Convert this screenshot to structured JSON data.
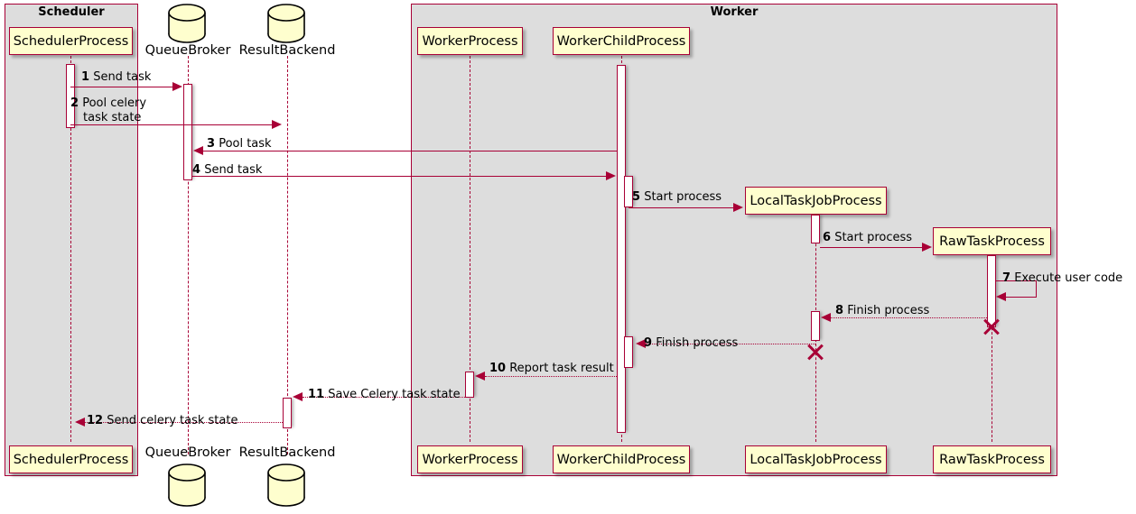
{
  "diagram": {
    "type": "sequence-diagram",
    "colors": {
      "line": "#A80036",
      "participant_fill": "#FEFECE",
      "group_fill": "#DDDDDD",
      "background": "#FFFFFF"
    },
    "groups": [
      {
        "id": "scheduler",
        "title": "Scheduler"
      },
      {
        "id": "worker",
        "title": "Worker"
      }
    ],
    "participants": [
      {
        "id": "scheduler_process",
        "name": "SchedulerProcess",
        "shape": "box",
        "group": "scheduler"
      },
      {
        "id": "queue_broker",
        "name": "QueueBroker",
        "shape": "database",
        "group": null
      },
      {
        "id": "result_backend",
        "name": "ResultBackend",
        "shape": "database",
        "group": null
      },
      {
        "id": "worker_process",
        "name": "WorkerProcess",
        "shape": "box",
        "group": "worker"
      },
      {
        "id": "worker_child_process",
        "name": "WorkerChildProcess",
        "shape": "box",
        "group": "worker"
      },
      {
        "id": "local_task_job",
        "name": "LocalTaskJobProcess",
        "shape": "box",
        "group": "worker"
      },
      {
        "id": "raw_task_process",
        "name": "RawTaskProcess",
        "shape": "box",
        "group": "worker"
      }
    ],
    "messages": [
      {
        "num": "1",
        "label": "Send task",
        "from": "scheduler_process",
        "to": "queue_broker",
        "style": "solid"
      },
      {
        "num": "2",
        "label": "Pool celery task state",
        "from": "scheduler_process",
        "to": "result_backend",
        "style": "solid"
      },
      {
        "num": "3",
        "label": "Pool task",
        "from": "worker_child_process",
        "to": "queue_broker",
        "style": "solid"
      },
      {
        "num": "4",
        "label": "Send task",
        "from": "queue_broker",
        "to": "worker_child_process",
        "style": "solid"
      },
      {
        "num": "5",
        "label": "Start process",
        "from": "worker_child_process",
        "to": "local_task_job",
        "style": "solid"
      },
      {
        "num": "6",
        "label": "Start process",
        "from": "local_task_job",
        "to": "raw_task_process",
        "style": "solid"
      },
      {
        "num": "7",
        "label": "Execute user code",
        "from": "raw_task_process",
        "to": "raw_task_process",
        "style": "solid"
      },
      {
        "num": "8",
        "label": "Finish process",
        "from": "raw_task_process",
        "to": "local_task_job",
        "style": "dotted"
      },
      {
        "num": "9",
        "label": "Finish process",
        "from": "local_task_job",
        "to": "worker_child_process",
        "style": "dotted"
      },
      {
        "num": "10",
        "label": "Report task result",
        "from": "worker_child_process",
        "to": "worker_process",
        "style": "dotted"
      },
      {
        "num": "11",
        "label": "Save Celery task state",
        "from": "worker_process",
        "to": "result_backend",
        "style": "dotted"
      },
      {
        "num": "12",
        "label": "Send celery task state",
        "from": "result_backend",
        "to": "scheduler_process",
        "style": "dotted"
      }
    ],
    "message_labels": {
      "m1": {
        "num": "1",
        "text": "Send task"
      },
      "m2a": {
        "num": "2",
        "text": "Pool celery"
      },
      "m2b": {
        "text": "task state"
      },
      "m3": {
        "num": "3",
        "text": "Pool task"
      },
      "m4": {
        "num": "4",
        "text": "Send task"
      },
      "m5": {
        "num": "5",
        "text": "Start process"
      },
      "m6": {
        "num": "6",
        "text": "Start process"
      },
      "m7": {
        "num": "7",
        "text": "Execute user code"
      },
      "m8": {
        "num": "8",
        "text": "Finish process"
      },
      "m9": {
        "num": "9",
        "text": "Finish process"
      },
      "m10": {
        "num": "10",
        "text": "Report task result"
      },
      "m11": {
        "num": "11",
        "text": "Save Celery task state"
      },
      "m12": {
        "num": "12",
        "text": "Send celery task state"
      }
    },
    "destroyed_participants": [
      "raw_task_process",
      "local_task_job"
    ]
  }
}
